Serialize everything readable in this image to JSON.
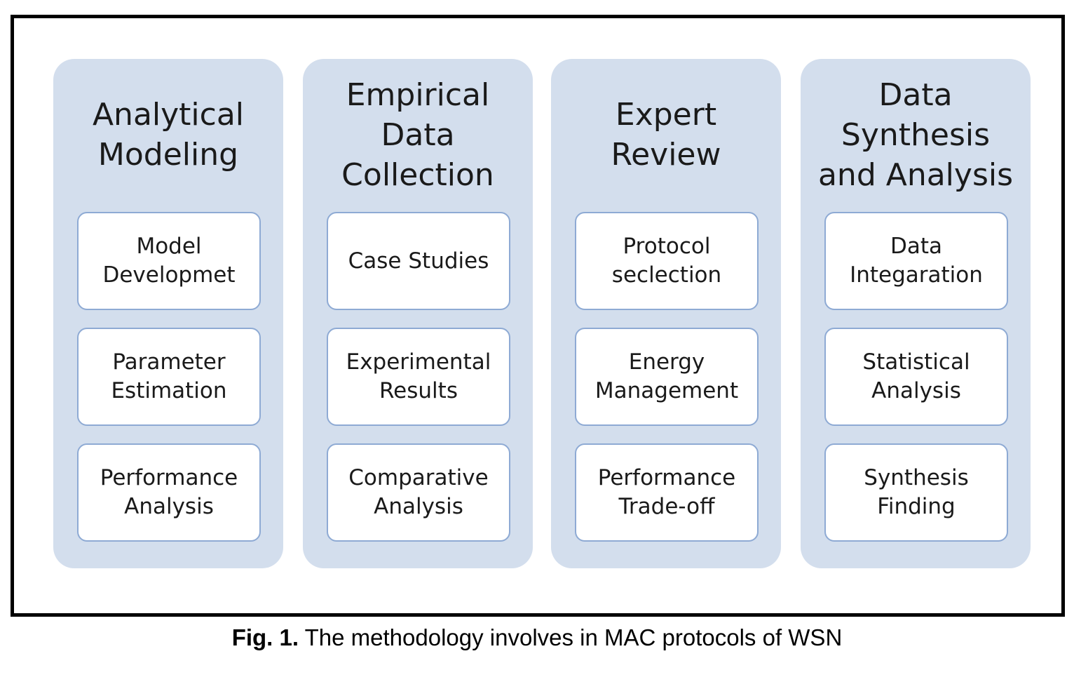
{
  "columns": [
    {
      "title": [
        "Analytical",
        "Modeling"
      ],
      "items": [
        [
          "Model",
          "Developmet"
        ],
        [
          "Parameter",
          "Estimation"
        ],
        [
          "Performance",
          "Analysis"
        ]
      ]
    },
    {
      "title": [
        "Empirical",
        "Data",
        "Collection"
      ],
      "items": [
        [
          "Case Studies"
        ],
        [
          "Experimental",
          "Results"
        ],
        [
          "Comparative",
          "Analysis"
        ]
      ]
    },
    {
      "title": [
        "Expert",
        "Review"
      ],
      "items": [
        [
          "Protocol",
          "seclection"
        ],
        [
          "Energy",
          "Management"
        ],
        [
          "Performance",
          "Trade-off"
        ]
      ]
    },
    {
      "title": [
        "Data",
        "Synthesis",
        "and Analysis"
      ],
      "items": [
        [
          "Data",
          "Integaration"
        ],
        [
          "Statistical",
          "Analysis"
        ],
        [
          "Synthesis",
          "Finding"
        ]
      ]
    }
  ],
  "caption": {
    "label": "Fig. 1.",
    "text": " The methodology involves in MAC protocols of WSN"
  },
  "colors": {
    "column_fill": "#d3deed",
    "box_border": "#8eaad4",
    "frame_border": "#000000"
  }
}
